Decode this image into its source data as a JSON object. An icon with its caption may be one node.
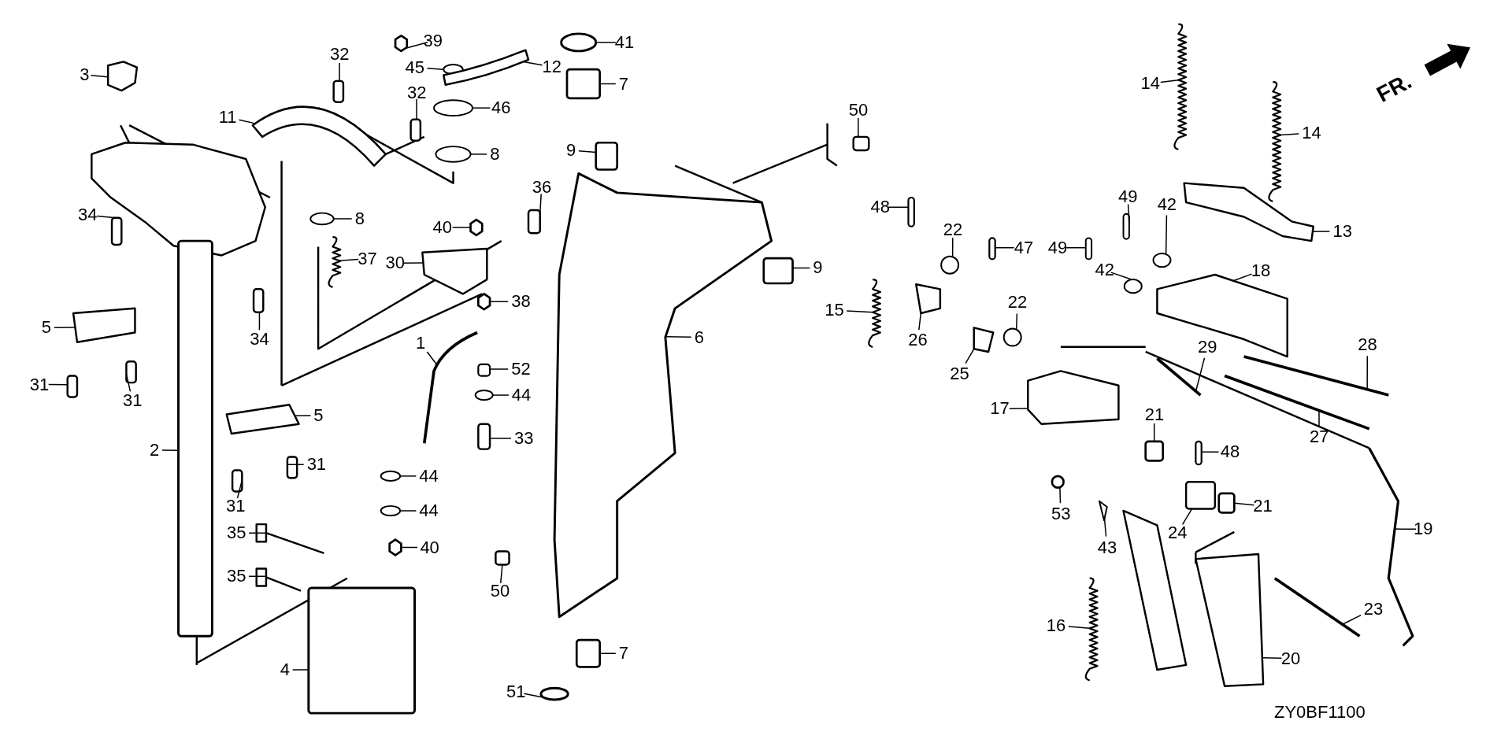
{
  "diagram": {
    "nodes": [
      {
        "text": [
          "39"
        ]
      },
      {
        "text": [
          "41"
        ]
      },
      {
        "text": [
          "32"
        ]
      },
      {
        "text": [
          "45"
        ]
      },
      {
        "text": [
          "12"
        ]
      },
      {
        "text": [
          "3"
        ]
      },
      {
        "text": [
          "7"
        ]
      },
      {
        "text": [
          "32"
        ]
      },
      {
        "text": [
          "46"
        ]
      },
      {
        "text": [
          "11"
        ]
      },
      {
        "text": [
          "50"
        ]
      },
      {
        "text": [
          "9"
        ]
      },
      {
        "text": [
          "8"
        ]
      },
      {
        "text": [
          "14"
        ]
      },
      {
        "text": [
          "14"
        ]
      },
      {
        "text": [
          "34"
        ]
      },
      {
        "text": [
          "36"
        ]
      },
      {
        "text": [
          "8"
        ]
      },
      {
        "text": [
          "40"
        ]
      },
      {
        "text": [
          "48"
        ]
      },
      {
        "text": [
          "13"
        ]
      },
      {
        "text": [
          "37"
        ]
      },
      {
        "text": [
          "47"
        ]
      },
      {
        "text": [
          "30"
        ]
      },
      {
        "text": [
          "9"
        ]
      },
      {
        "text": [
          "49"
        ]
      },
      {
        "text": [
          "42"
        ]
      },
      {
        "text": [
          "22"
        ]
      },
      {
        "text": [
          "22"
        ]
      },
      {
        "text": [
          "15"
        ]
      },
      {
        "text": [
          "26"
        ]
      },
      {
        "text": [
          "49"
        ]
      },
      {
        "text": [
          "42"
        ]
      },
      {
        "text": [
          "18"
        ]
      },
      {
        "text": [
          "34"
        ]
      },
      {
        "text": [
          "38"
        ]
      },
      {
        "text": [
          "6"
        ]
      },
      {
        "text": [
          "5"
        ]
      },
      {
        "text": [
          "25"
        ]
      },
      {
        "text": [
          "28"
        ]
      },
      {
        "text": [
          "29"
        ]
      },
      {
        "text": [
          "1"
        ]
      },
      {
        "text": [
          "52"
        ]
      },
      {
        "text": [
          "31"
        ]
      },
      {
        "text": [
          "31"
        ]
      },
      {
        "text": [
          "44"
        ]
      },
      {
        "text": [
          "17"
        ]
      },
      {
        "text": [
          "27"
        ]
      },
      {
        "text": [
          "5"
        ]
      },
      {
        "text": [
          "21"
        ]
      },
      {
        "text": [
          "33"
        ]
      },
      {
        "text": [
          "48"
        ]
      },
      {
        "text": [
          "2"
        ]
      },
      {
        "text": [
          "31"
        ]
      },
      {
        "text": [
          "44"
        ]
      },
      {
        "text": [
          "53"
        ]
      },
      {
        "text": [
          "24"
        ]
      },
      {
        "text": [
          "21"
        ]
      },
      {
        "text": [
          "31"
        ]
      },
      {
        "text": [
          "44"
        ]
      },
      {
        "text": [
          "19"
        ]
      },
      {
        "text": [
          "43"
        ]
      },
      {
        "text": [
          "35"
        ]
      },
      {
        "text": [
          "40"
        ]
      },
      {
        "text": [
          "50"
        ]
      },
      {
        "text": [
          "35"
        ]
      },
      {
        "text": [
          "23"
        ]
      },
      {
        "text": [
          "16"
        ]
      },
      {
        "text": [
          "4"
        ]
      },
      {
        "text": [
          "7"
        ]
      },
      {
        "text": [
          "20"
        ]
      },
      {
        "text": [
          "51"
        ]
      },
      {
        "text": [],
        "shape": "nut"
      },
      {
        "text": [],
        "shape": "ring"
      },
      {
        "text": [],
        "shape": "bolt"
      },
      {
        "text": [],
        "shape": "washer"
      },
      {
        "text": [],
        "shape": "link"
      },
      {
        "text": [],
        "shape": "block"
      },
      {
        "text": [],
        "shape": "bushing"
      },
      {
        "text": [],
        "shape": "bolt"
      },
      {
        "text": [],
        "shape": "washer"
      },
      {
        "text": [],
        "shape": "guide"
      },
      {
        "text": [],
        "shape": "bolt"
      },
      {
        "text": [],
        "shape": "bushing"
      },
      {
        "text": [],
        "shape": "washer"
      },
      {
        "text": [],
        "shape": "spring"
      },
      {
        "text": [],
        "shape": "spring"
      },
      {
        "text": [],
        "shape": "bolt"
      },
      {
        "text": [],
        "shape": "bolt"
      },
      {
        "text": [],
        "shape": "washer"
      },
      {
        "text": [],
        "shape": "nut"
      },
      {
        "text": [],
        "shape": "pin"
      },
      {
        "text": [],
        "shape": "plate"
      },
      {
        "text": [],
        "shape": "spring"
      },
      {
        "text": [],
        "shape": "pin"
      },
      {
        "text": [],
        "shape": "bracket"
      },
      {
        "text": [],
        "shape": "bushing"
      },
      {
        "text": [],
        "shape": "clip"
      },
      {
        "text": [],
        "shape": "washer"
      },
      {
        "text": [],
        "shape": "washer"
      },
      {
        "text": [],
        "shape": "washer"
      },
      {
        "text": [],
        "shape": "spring"
      },
      {
        "text": [],
        "shape": "bracket"
      },
      {
        "text": [],
        "shape": "clip"
      },
      {
        "text": [],
        "shape": "washer"
      },
      {
        "text": [],
        "shape": "bracket"
      },
      {
        "text": [],
        "shape": "bolt"
      },
      {
        "text": [],
        "shape": "nut"
      },
      {
        "text": [],
        "shape": "housing"
      },
      {
        "text": [],
        "shape": "stay"
      },
      {
        "text": [],
        "shape": "bracket"
      },
      {
        "text": [],
        "shape": "rod"
      },
      {
        "text": [],
        "shape": "rod"
      },
      {
        "text": [],
        "shape": "rod"
      },
      {
        "text": [],
        "shape": "collar"
      },
      {
        "text": [],
        "shape": "bolt"
      },
      {
        "text": [],
        "shape": "bolt"
      },
      {
        "text": [],
        "shape": "washer"
      },
      {
        "text": [],
        "shape": "block"
      },
      {
        "text": [],
        "shape": "rod"
      },
      {
        "text": [],
        "shape": "stay"
      },
      {
        "text": [],
        "shape": "bushing"
      },
      {
        "text": [],
        "shape": "bolt"
      },
      {
        "text": [],
        "shape": "pin"
      },
      {
        "text": [],
        "shape": "pipe"
      },
      {
        "text": [],
        "shape": "bolt"
      },
      {
        "text": [],
        "shape": "washer"
      },
      {
        "text": [],
        "shape": "nut"
      },
      {
        "text": [],
        "shape": "block"
      },
      {
        "text": [],
        "shape": "bushing"
      },
      {
        "text": [],
        "shape": "bolt"
      },
      {
        "text": [],
        "shape": "washer"
      },
      {
        "text": [],
        "shape": "wire"
      },
      {
        "text": [],
        "shape": "clip"
      },
      {
        "text": [],
        "shape": "bolt"
      },
      {
        "text": [],
        "shape": "nut"
      },
      {
        "text": [],
        "shape": "bolt"
      },
      {
        "text": [],
        "shape": "bolt"
      },
      {
        "text": [],
        "shape": "rod"
      },
      {
        "text": [],
        "shape": "spring"
      },
      {
        "text": [],
        "shape": "clamp"
      },
      {
        "text": [],
        "shape": "bushing"
      },
      {
        "text": [],
        "shape": "bracket"
      },
      {
        "text": [],
        "shape": "ring"
      }
    ],
    "edges": [
      {
        "from": 0,
        "to": 72,
        "arrow": "none"
      },
      {
        "from": 1,
        "to": 73,
        "arrow": "none"
      },
      {
        "from": 2,
        "to": 74,
        "arrow": "none"
      },
      {
        "from": 3,
        "to": 75,
        "arrow": "none"
      },
      {
        "from": 4,
        "to": 76,
        "arrow": "none"
      },
      {
        "from": 5,
        "to": 77,
        "arrow": "none"
      },
      {
        "from": 6,
        "to": 78,
        "arrow": "none"
      },
      {
        "from": 7,
        "to": 79,
        "arrow": "none"
      },
      {
        "from": 8,
        "to": 80,
        "arrow": "none"
      },
      {
        "from": 9,
        "to": 81,
        "arrow": "none"
      },
      {
        "from": 10,
        "to": 82,
        "arrow": "none"
      },
      {
        "from": 11,
        "to": 83,
        "arrow": "none"
      },
      {
        "from": 12,
        "to": 84,
        "arrow": "none"
      },
      {
        "from": 13,
        "to": 85,
        "arrow": "none"
      },
      {
        "from": 14,
        "to": 86,
        "arrow": "none"
      },
      {
        "from": 15,
        "to": 87,
        "arrow": "none"
      },
      {
        "from": 16,
        "to": 88,
        "arrow": "none"
      },
      {
        "from": 17,
        "to": 89,
        "arrow": "none"
      },
      {
        "from": 18,
        "to": 90,
        "arrow": "none"
      },
      {
        "from": 19,
        "to": 91,
        "arrow": "none"
      },
      {
        "from": 20,
        "to": 92,
        "arrow": "none"
      },
      {
        "from": 21,
        "to": 93,
        "arrow": "none"
      },
      {
        "from": 22,
        "to": 94,
        "arrow": "none"
      },
      {
        "from": 23,
        "to": 95,
        "arrow": "none"
      },
      {
        "from": 24,
        "to": 96,
        "arrow": "none"
      },
      {
        "from": 25,
        "to": 97,
        "arrow": "none"
      },
      {
        "from": 26,
        "to": 98,
        "arrow": "none"
      },
      {
        "from": 27,
        "to": 99,
        "arrow": "none"
      },
      {
        "from": 28,
        "to": 100,
        "arrow": "none"
      },
      {
        "from": 29,
        "to": 101,
        "arrow": "none"
      },
      {
        "from": 30,
        "to": 102,
        "arrow": "none"
      },
      {
        "from": 31,
        "to": 103,
        "arrow": "none"
      },
      {
        "from": 32,
        "to": 104,
        "arrow": "none"
      },
      {
        "from": 33,
        "to": 105,
        "arrow": "none"
      },
      {
        "from": 34,
        "to": 106,
        "arrow": "none"
      },
      {
        "from": 35,
        "to": 107,
        "arrow": "none"
      },
      {
        "from": 36,
        "to": 108,
        "arrow": "none"
      },
      {
        "from": 37,
        "to": 109,
        "arrow": "none"
      },
      {
        "from": 38,
        "to": 110,
        "arrow": "none"
      },
      {
        "from": 39,
        "to": 111,
        "arrow": "none"
      },
      {
        "from": 40,
        "to": 112,
        "arrow": "none"
      },
      {
        "from": 41,
        "to": 113,
        "arrow": "none"
      },
      {
        "from": 42,
        "to": 114,
        "arrow": "none"
      },
      {
        "from": 43,
        "to": 115,
        "arrow": "none"
      },
      {
        "from": 44,
        "to": 116,
        "arrow": "none"
      },
      {
        "from": 45,
        "to": 117,
        "arrow": "none"
      },
      {
        "from": 46,
        "to": 118,
        "arrow": "none"
      },
      {
        "from": 47,
        "to": 119,
        "arrow": "none"
      },
      {
        "from": 48,
        "to": 120,
        "arrow": "none"
      },
      {
        "from": 49,
        "to": 121,
        "arrow": "none"
      },
      {
        "from": 50,
        "to": 122,
        "arrow": "none"
      },
      {
        "from": 51,
        "to": 123,
        "arrow": "none"
      },
      {
        "from": 52,
        "to": 124,
        "arrow": "none"
      },
      {
        "from": 53,
        "to": 125,
        "arrow": "none"
      },
      {
        "from": 54,
        "to": 126,
        "arrow": "none"
      },
      {
        "from": 55,
        "to": 127,
        "arrow": "none"
      },
      {
        "from": 56,
        "to": 128,
        "arrow": "none"
      },
      {
        "from": 57,
        "to": 129,
        "arrow": "none"
      },
      {
        "from": 58,
        "to": 130,
        "arrow": "none"
      },
      {
        "from": 59,
        "to": 131,
        "arrow": "none"
      },
      {
        "from": 60,
        "to": 132,
        "arrow": "none"
      },
      {
        "from": 61,
        "to": 133,
        "arrow": "none"
      },
      {
        "from": 62,
        "to": 134,
        "arrow": "none"
      },
      {
        "from": 63,
        "to": 135,
        "arrow": "none"
      },
      {
        "from": 64,
        "to": 136,
        "arrow": "none"
      },
      {
        "from": 65,
        "to": 137,
        "arrow": "none"
      },
      {
        "from": 66,
        "to": 138,
        "arrow": "none"
      },
      {
        "from": 67,
        "to": 139,
        "arrow": "none"
      },
      {
        "from": 68,
        "to": 140,
        "arrow": "none"
      },
      {
        "from": 69,
        "to": 141,
        "arrow": "none"
      },
      {
        "from": 70,
        "to": 142,
        "arrow": "none"
      },
      {
        "from": 71,
        "to": 143,
        "arrow": "none"
      }
    ],
    "labels": [
      "FR.",
      "ZY0BF1100"
    ]
  }
}
